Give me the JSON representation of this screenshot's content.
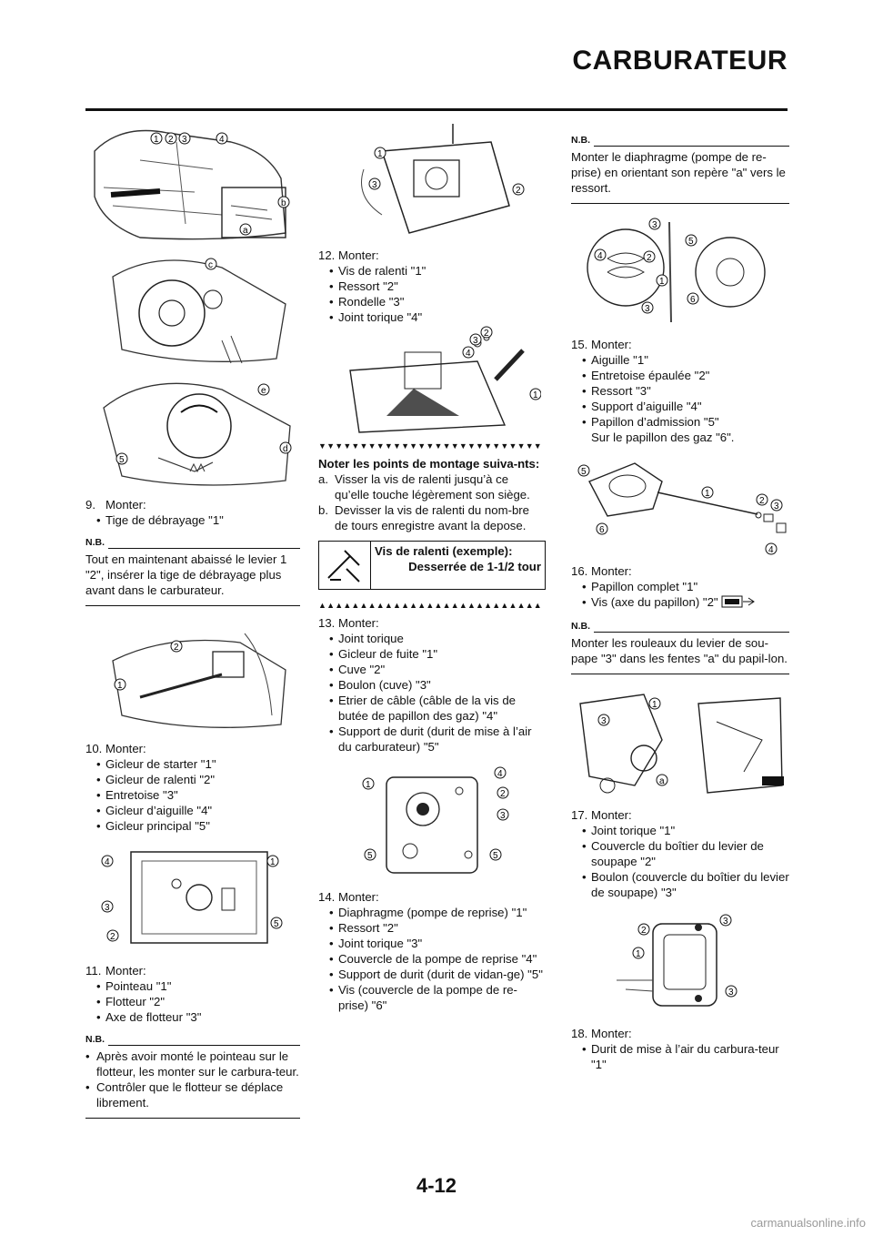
{
  "header": {
    "title": "CARBURATEUR"
  },
  "page_number": "4-12",
  "watermark": "carmanualsonline.info",
  "nb_label": "N.B.",
  "triangle_down": "▼▼▼▼▼▼▼▼▼▼▼▼▼▼▼▼▼▼▼▼▼▼▼▼▼▼▼",
  "triangle_up": "▲▲▲▲▲▲▲▲▲▲▲▲▲▲▲▲▲▲▲▲▲▲▲▲▲▲▲",
  "figures": {
    "f1": [
      "1",
      "2",
      "3",
      "4",
      "b",
      "a"
    ],
    "f2": [
      "c"
    ],
    "f3": [
      "e",
      "5",
      "d"
    ],
    "f4": [
      "2",
      "1"
    ],
    "f5": [
      "4",
      "1",
      "3",
      "2",
      "5"
    ],
    "f6": [
      "1",
      "3",
      "2"
    ],
    "f7": [
      "2",
      "3",
      "4",
      "1"
    ],
    "f8": [
      "1",
      "4",
      "2",
      "3",
      "5",
      "5"
    ],
    "f9": [
      "3",
      "4",
      "2",
      "5",
      "1",
      "6",
      "3"
    ],
    "f10": [
      "5",
      "1",
      "2",
      "3",
      "6",
      "4"
    ],
    "f11": [
      "1",
      "3",
      "a"
    ],
    "f12": [
      "3",
      "2",
      "1",
      "3"
    ]
  },
  "col1": {
    "step9": {
      "num": "9.",
      "title": "Monter:",
      "items": [
        "Tige de débrayage \"1\""
      ]
    },
    "nb1": "Tout en maintenant abaissé le levier 1 \"2\", insérer la tige de débrayage plus avant dans le carburateur.",
    "step10": {
      "num": "10.",
      "title": "Monter:",
      "items": [
        "Gicleur de starter \"1\"",
        "Gicleur de ralenti \"2\"",
        "Entretoise \"3\"",
        "Gicleur d’aiguille \"4\"",
        "Gicleur principal \"5\""
      ]
    },
    "step11": {
      "num": "11.",
      "title": "Monter:",
      "items": [
        "Pointeau \"1\"",
        "Flotteur \"2\"",
        "Axe de flotteur \"3\""
      ]
    },
    "nb2": [
      "Après avoir monté le pointeau sur le flotteur, les monter sur le carbura-teur.",
      "Contrôler que le flotteur se déplace librement."
    ]
  },
  "col2": {
    "step12": {
      "num": "12.",
      "title": "Monter:",
      "items": [
        "Vis de ralenti \"1\"",
        "Ressort \"2\"",
        "Rondelle \"3\"",
        "Joint torique \"4\""
      ]
    },
    "points_title": "Noter les points de montage suiva-nts:",
    "points": [
      {
        "label": "a.",
        "text": "Visser la vis de ralenti jusqu’à ce qu’elle touche légèrement son siège."
      },
      {
        "label": "b.",
        "text": "Devisser la vis de ralenti du nom-bre de tours enregistre avant la depose."
      }
    ],
    "spec_title": "Vis de ralenti (exemple):",
    "spec_value": "Desserrée de 1-1/2 tour",
    "step13": {
      "num": "13.",
      "title": "Monter:",
      "items": [
        "Joint torique",
        "Gicleur de fuite \"1\"",
        "Cuve \"2\"",
        "Boulon (cuve) \"3\"",
        "Etrier de câble (câble de la vis de butée de papillon des gaz) \"4\"",
        "Support de durit (durit de mise à l’air du carburateur) \"5\""
      ]
    },
    "step14": {
      "num": "14.",
      "title": "Monter:",
      "items": [
        "Diaphragme (pompe de reprise) \"1\"",
        "Ressort \"2\"",
        "Joint torique \"3\"",
        "Couvercle de la pompe de reprise \"4\"",
        "Support de durit (durit de vidan-ge) \"5\"",
        "Vis (couvercle de la pompe de re-prise) \"6\""
      ]
    }
  },
  "col3": {
    "nb3": "Monter le diaphragme (pompe de re-prise) en orientant son repère \"a\" vers le ressort.",
    "step15": {
      "num": "15.",
      "title": "Monter:",
      "items": [
        "Aiguille \"1\"",
        "Entretoise épaulée \"2\"",
        "Ressort \"3\"",
        "Support d’aiguille \"4\"",
        "Papillon d’admission \"5\""
      ],
      "note": "Sur le papillon des gaz \"6\"."
    },
    "step16": {
      "num": "16.",
      "title": "Monter:",
      "items": [
        "Papillon complet \"1\"",
        "Vis (axe du papillon) \"2\""
      ]
    },
    "nb4": "Monter les rouleaux du levier de sou-pape \"3\" dans les fentes \"a\" du papil-lon.",
    "step17": {
      "num": "17.",
      "title": "Monter:",
      "items": [
        "Joint torique \"1\"",
        "Couvercle du boîtier du levier de soupape \"2\"",
        "Boulon (couvercle du boîtier du levier de soupape) \"3\""
      ]
    },
    "step18": {
      "num": "18.",
      "title": "Monter:",
      "items": [
        "Durit de mise à l’air du carbura-teur \"1\""
      ]
    }
  }
}
